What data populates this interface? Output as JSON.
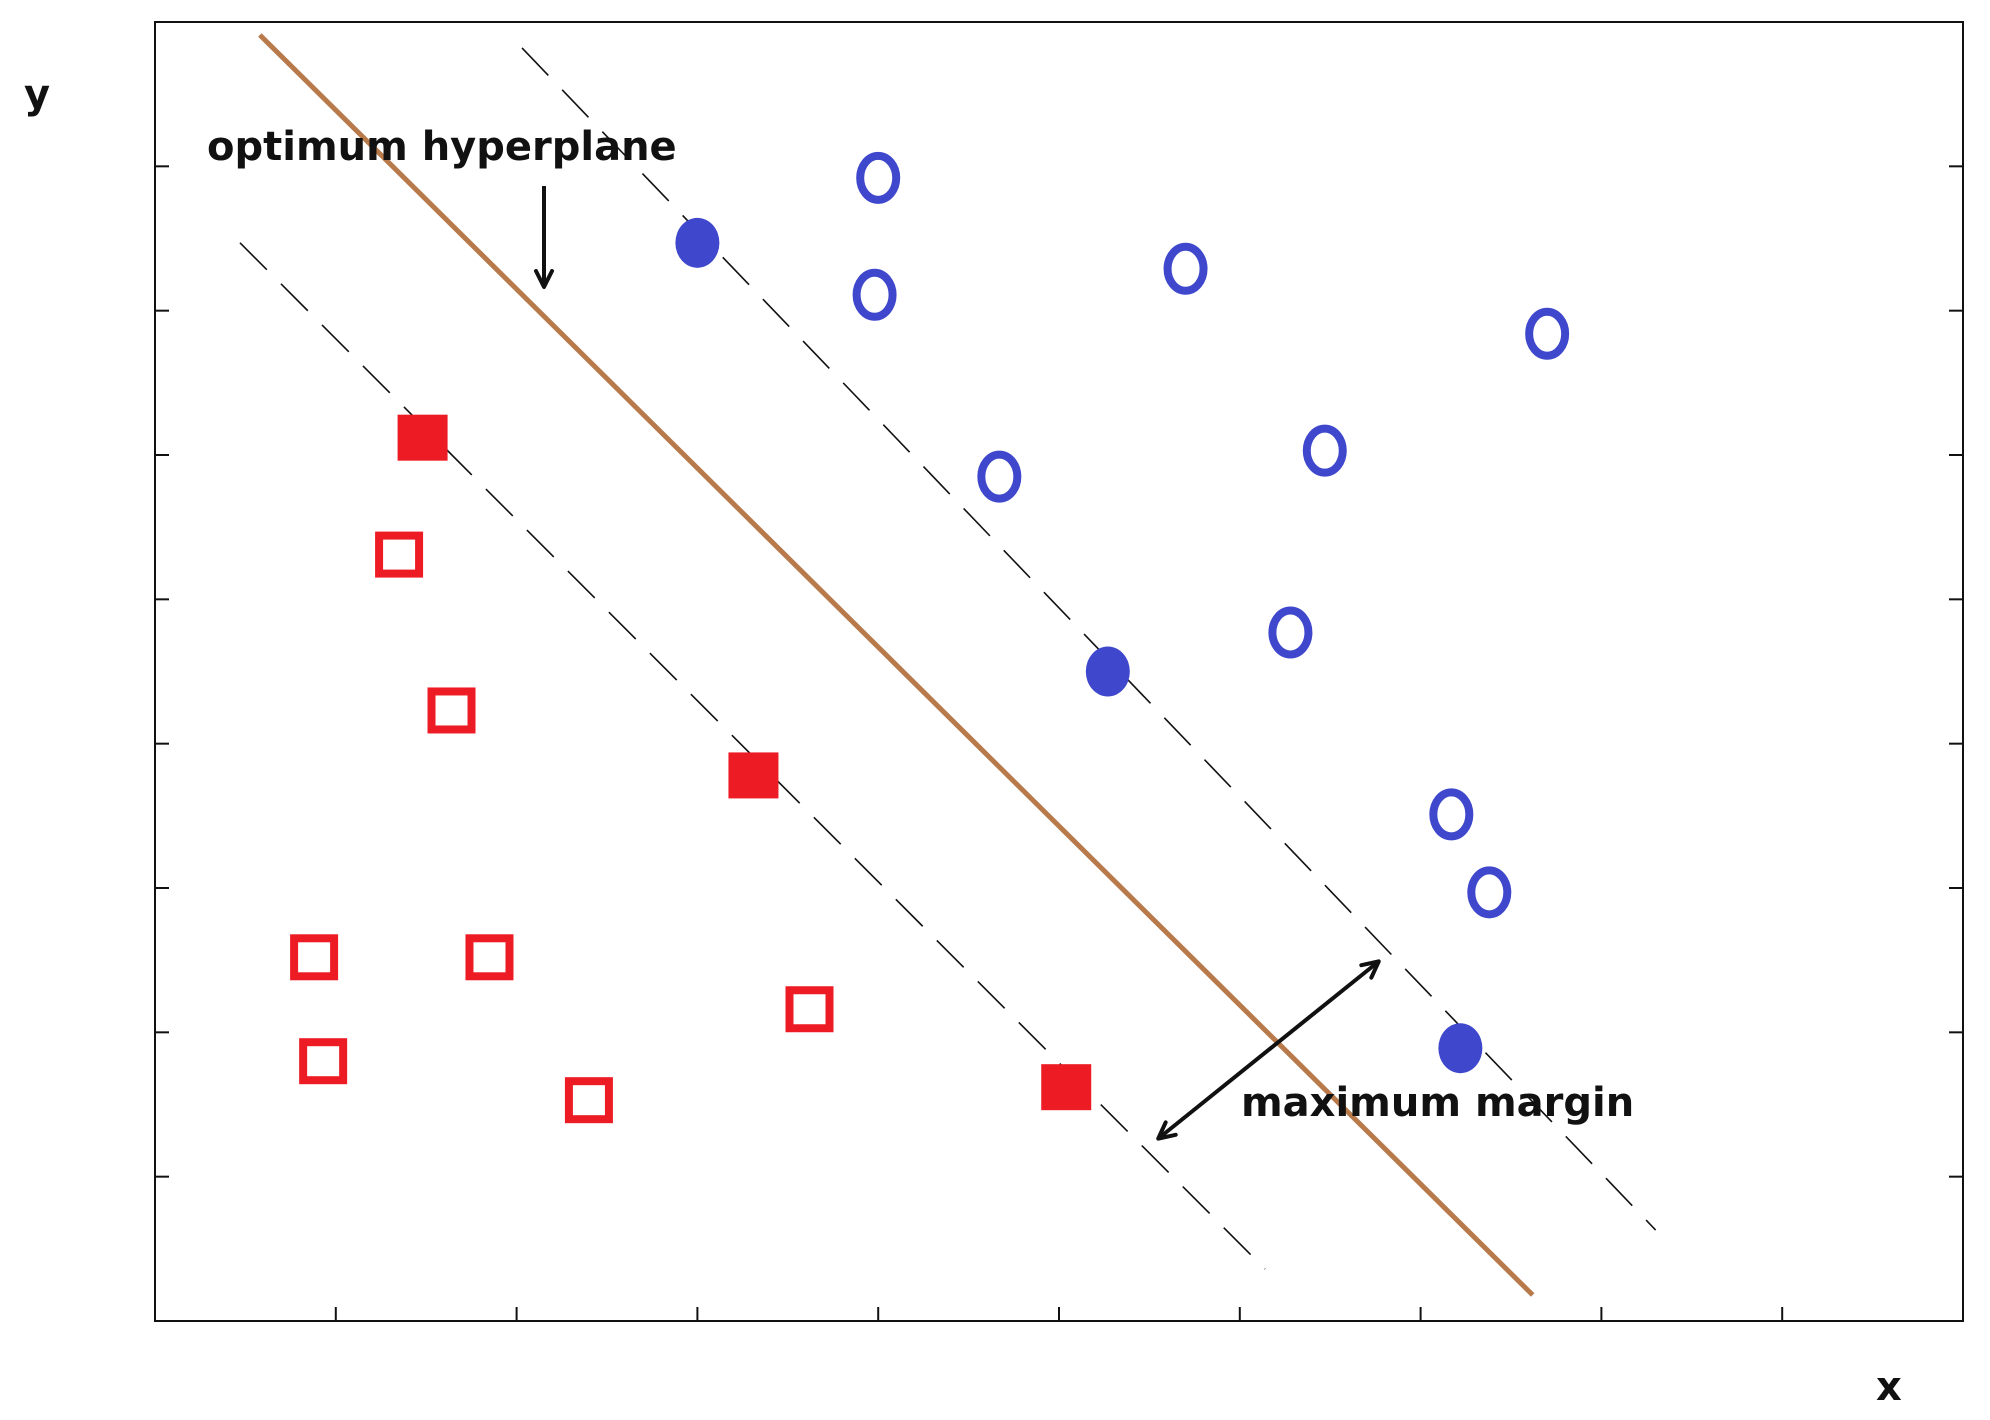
{
  "labels": {
    "x_axis": "x",
    "y_axis": "y",
    "hyperplane": "optimum hyperplane",
    "margin": "maximum margin"
  },
  "colors": {
    "hyperplane": "#b87a4b",
    "class_blue": "#3f48cc",
    "class_red": "#ed1c24",
    "margin_lines": "#111111",
    "frame": "#111111"
  },
  "chart_data": {
    "type": "scatter",
    "grid": false,
    "legend": "none",
    "xticks": 9,
    "yticks": 8,
    "series": [
      {
        "class": "blue",
        "marker": "circle",
        "points": [
          {
            "x": 3.0,
            "y": 8.3,
            "support_vector": true
          },
          {
            "x": 5.27,
            "y": 5.0,
            "support_vector": true
          },
          {
            "x": 7.22,
            "y": 2.1,
            "support_vector": true
          },
          {
            "x": 4.0,
            "y": 8.8,
            "support_vector": false
          },
          {
            "x": 3.98,
            "y": 7.9,
            "support_vector": false
          },
          {
            "x": 5.7,
            "y": 8.1,
            "support_vector": false
          },
          {
            "x": 7.7,
            "y": 7.6,
            "support_vector": false
          },
          {
            "x": 4.67,
            "y": 6.5,
            "support_vector": false
          },
          {
            "x": 6.47,
            "y": 6.7,
            "support_vector": false
          },
          {
            "x": 6.28,
            "y": 5.3,
            "support_vector": false
          },
          {
            "x": 7.17,
            "y": 3.9,
            "support_vector": false
          },
          {
            "x": 7.38,
            "y": 3.3,
            "support_vector": false
          }
        ]
      },
      {
        "class": "red",
        "marker": "square",
        "points": [
          {
            "x": 1.48,
            "y": 6.8,
            "support_vector": true
          },
          {
            "x": 3.31,
            "y": 4.2,
            "support_vector": true
          },
          {
            "x": 5.04,
            "y": 1.8,
            "support_vector": true
          },
          {
            "x": 1.35,
            "y": 5.9,
            "support_vector": false
          },
          {
            "x": 1.64,
            "y": 4.7,
            "support_vector": false
          },
          {
            "x": 0.88,
            "y": 2.8,
            "support_vector": false
          },
          {
            "x": 1.85,
            "y": 2.8,
            "support_vector": false
          },
          {
            "x": 0.93,
            "y": 2.0,
            "support_vector": false
          },
          {
            "x": 3.62,
            "y": 2.4,
            "support_vector": false
          },
          {
            "x": 2.4,
            "y": 1.7,
            "support_vector": false
          }
        ]
      }
    ],
    "lines": [
      {
        "role": "hyperplane",
        "style": "solid",
        "from": [
          0.58,
          9.9
        ],
        "to": [
          7.62,
          0.2
        ]
      },
      {
        "role": "margin-upper",
        "style": "dashed",
        "from": [
          2.03,
          9.8
        ],
        "to": [
          8.3,
          0.7
        ]
      },
      {
        "role": "margin-lower",
        "style": "dashed",
        "from": [
          0.47,
          8.3
        ],
        "to": [
          6.14,
          0.4
        ]
      }
    ]
  }
}
